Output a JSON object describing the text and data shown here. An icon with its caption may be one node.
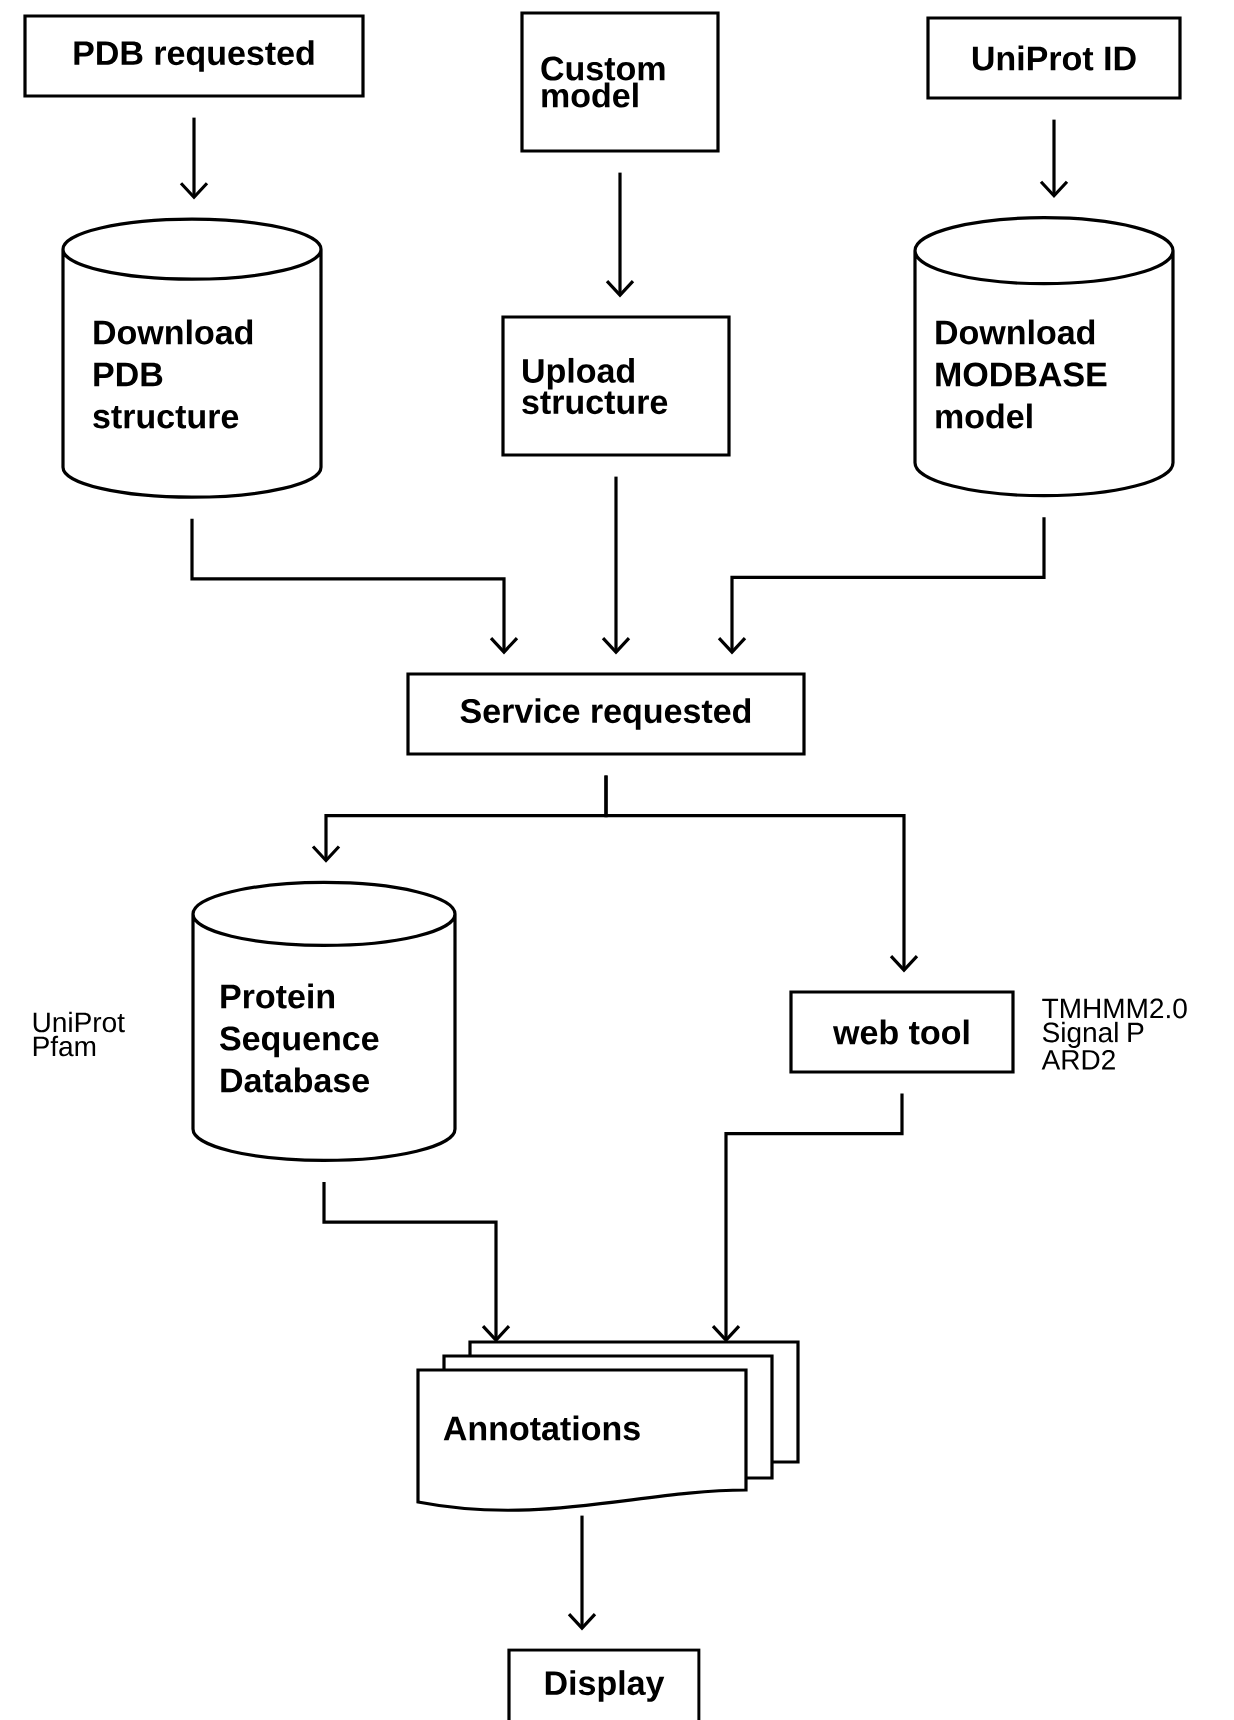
{
  "diagram": {
    "nodes": [
      {
        "text": [
          "PDB requested"
        ]
      },
      {
        "text": [
          "Custom model"
        ]
      },
      {
        "text": [
          "UniProt ID"
        ]
      },
      {
        "text": [
          "Download PDB structure"
        ]
      },
      {
        "text": [
          "Upload structure"
        ]
      },
      {
        "text": [
          "Download MODBASE model"
        ]
      },
      {
        "text": [
          "Service requested"
        ]
      },
      {
        "text": [
          "Protein Sequence Database"
        ],
        "beside": [
          "UniProt Pfam"
        ]
      },
      {
        "text": [
          "web tool"
        ],
        "beside": [
          "TMHMM2.0 Signal P ARD2"
        ]
      },
      {
        "text": [
          "Annotations"
        ]
      },
      {
        "text": [
          "Display"
        ]
      }
    ],
    "edges": [
      {
        "from": 0,
        "to": 3,
        "arrow": "to"
      },
      {
        "from": 1,
        "to": 4,
        "arrow": "to"
      },
      {
        "from": 2,
        "to": 5,
        "arrow": "to"
      },
      {
        "from": 3,
        "to": 6,
        "arrow": "to"
      },
      {
        "from": 4,
        "to": 6,
        "arrow": "to"
      },
      {
        "from": 5,
        "to": 6,
        "arrow": "to"
      },
      {
        "from": 6,
        "to": 7,
        "arrow": "to"
      },
      {
        "from": 6,
        "to": 8,
        "arrow": "to"
      },
      {
        "from": 7,
        "to": 9,
        "arrow": "to"
      },
      {
        "from": 8,
        "to": 9,
        "arrow": "to"
      },
      {
        "from": 9,
        "to": 10,
        "arrow": "to"
      }
    ]
  }
}
